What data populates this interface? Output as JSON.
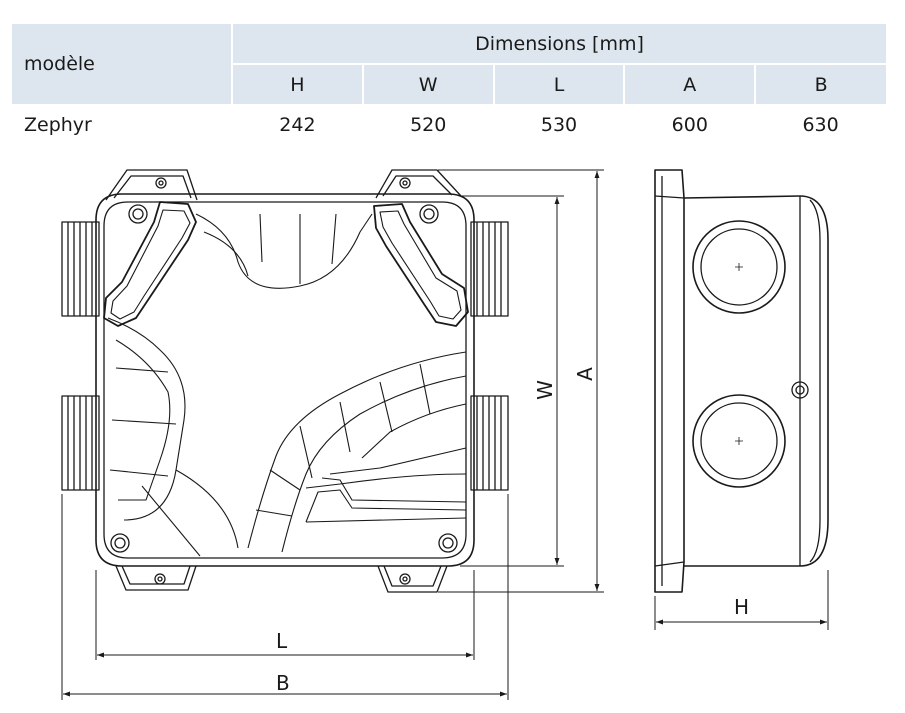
{
  "table": {
    "model_header": "modèle",
    "group_header": "Dimensions [mm]",
    "columns": [
      "H",
      "W",
      "L",
      "A",
      "B"
    ],
    "rows": [
      {
        "model": "Zephyr",
        "values": [
          "242",
          "520",
          "530",
          "600",
          "630"
        ]
      }
    ]
  },
  "drawing": {
    "labels": {
      "w": "W",
      "a": "A",
      "l": "L",
      "b": "B",
      "h": "H"
    }
  }
}
